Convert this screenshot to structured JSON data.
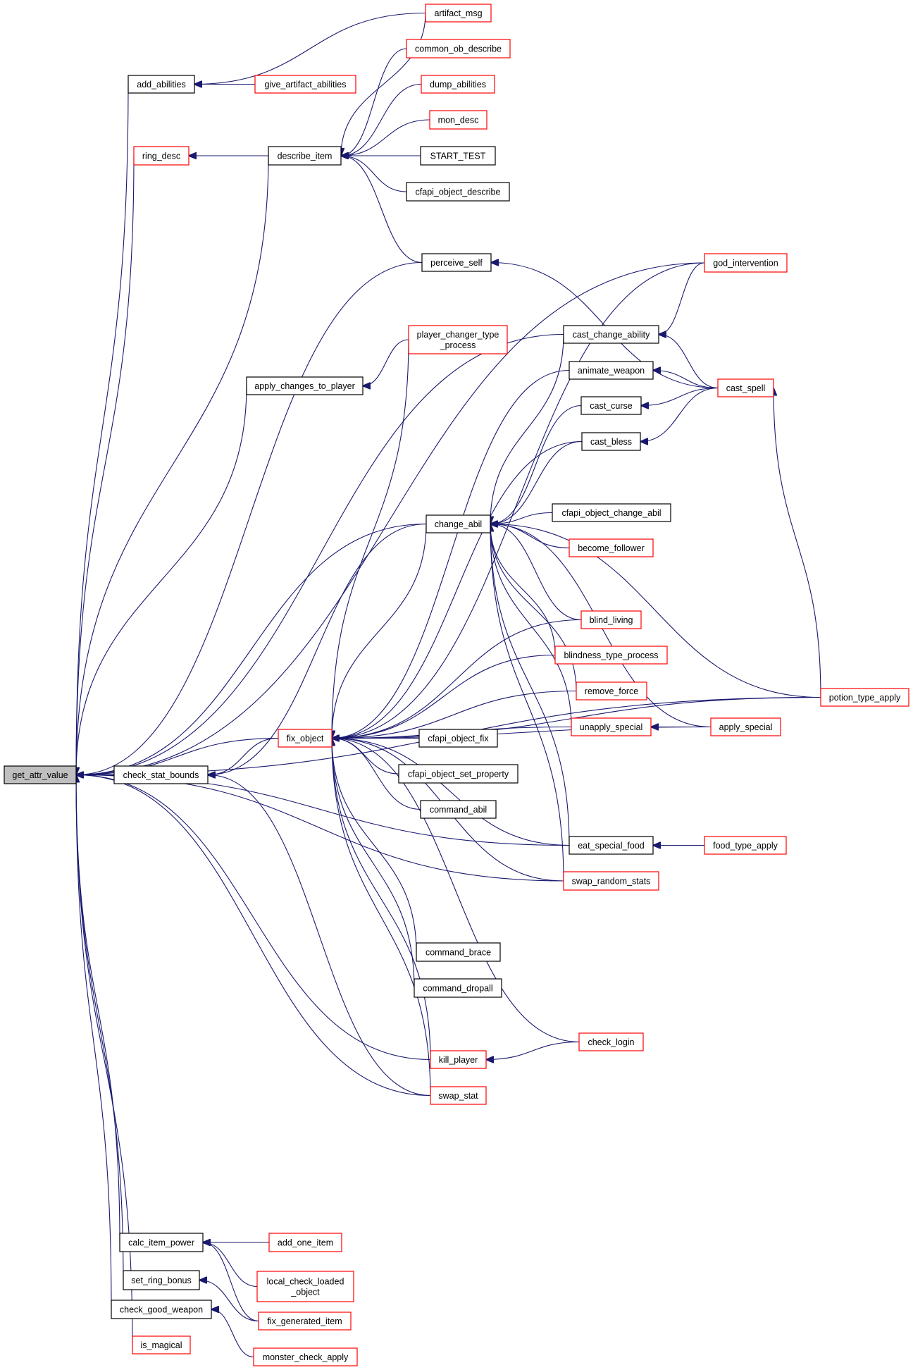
{
  "graph": {
    "title": "Caller graph of get_attr_value",
    "root": "get_attr_value",
    "colors": {
      "edge": "#191970",
      "documented_border": "#000000",
      "undocumented_border": "#ff0000",
      "root_fill": "#bfbfbf"
    },
    "nodes": [
      {
        "id": "get_attr_value",
        "label": "get_attr_value",
        "style": "root"
      },
      {
        "id": "add_abilities",
        "label": "add_abilities",
        "style": "black"
      },
      {
        "id": "ring_desc",
        "label": "ring_desc",
        "style": "red"
      },
      {
        "id": "describe_item",
        "label": "describe_item",
        "style": "black"
      },
      {
        "id": "give_artifact_abilities",
        "label": "give_artifact_abilities",
        "style": "red"
      },
      {
        "id": "artifact_msg",
        "label": "artifact_msg",
        "style": "red"
      },
      {
        "id": "common_ob_describe",
        "label": "common_ob_describe",
        "style": "red"
      },
      {
        "id": "dump_abilities",
        "label": "dump_abilities",
        "style": "red"
      },
      {
        "id": "mon_desc",
        "label": "mon_desc",
        "style": "red"
      },
      {
        "id": "START_TEST",
        "label": "START_TEST",
        "style": "black"
      },
      {
        "id": "cfapi_object_describe",
        "label": "cfapi_object_describe",
        "style": "black"
      },
      {
        "id": "perceive_self",
        "label": "perceive_self",
        "style": "black"
      },
      {
        "id": "god_intervention",
        "label": "god_intervention",
        "style": "red"
      },
      {
        "id": "player_changer_type_process",
        "label": "player_changer_type\n_process",
        "style": "red"
      },
      {
        "id": "apply_changes_to_player",
        "label": "apply_changes_to_player",
        "style": "black"
      },
      {
        "id": "cast_change_ability",
        "label": "cast_change_ability",
        "style": "black"
      },
      {
        "id": "animate_weapon",
        "label": "animate_weapon",
        "style": "black"
      },
      {
        "id": "cast_spell",
        "label": "cast_spell",
        "style": "red"
      },
      {
        "id": "cast_curse",
        "label": "cast_curse",
        "style": "black"
      },
      {
        "id": "cast_bless",
        "label": "cast_bless",
        "style": "black"
      },
      {
        "id": "change_abil",
        "label": "change_abil",
        "style": "black"
      },
      {
        "id": "cfapi_object_change_abil",
        "label": "cfapi_object_change_abil",
        "style": "black"
      },
      {
        "id": "become_follower",
        "label": "become_follower",
        "style": "red"
      },
      {
        "id": "blind_living",
        "label": "blind_living",
        "style": "red"
      },
      {
        "id": "blindness_type_process",
        "label": "blindness_type_process",
        "style": "red"
      },
      {
        "id": "remove_force",
        "label": "remove_force",
        "style": "red"
      },
      {
        "id": "unapply_special",
        "label": "unapply_special",
        "style": "red"
      },
      {
        "id": "apply_special",
        "label": "apply_special",
        "style": "red"
      },
      {
        "id": "potion_type_apply",
        "label": "potion_type_apply",
        "style": "red"
      },
      {
        "id": "fix_object",
        "label": "fix_object",
        "style": "red"
      },
      {
        "id": "check_stat_bounds",
        "label": "check_stat_bounds",
        "style": "black"
      },
      {
        "id": "cfapi_object_fix",
        "label": "cfapi_object_fix",
        "style": "black"
      },
      {
        "id": "cfapi_object_set_property",
        "label": "cfapi_object_set_property",
        "style": "black"
      },
      {
        "id": "command_abil",
        "label": "command_abil",
        "style": "black"
      },
      {
        "id": "eat_special_food",
        "label": "eat_special_food",
        "style": "black"
      },
      {
        "id": "food_type_apply",
        "label": "food_type_apply",
        "style": "red"
      },
      {
        "id": "swap_random_stats",
        "label": "swap_random_stats",
        "style": "red"
      },
      {
        "id": "command_brace",
        "label": "command_brace",
        "style": "black"
      },
      {
        "id": "command_dropall",
        "label": "command_dropall",
        "style": "black"
      },
      {
        "id": "check_login",
        "label": "check_login",
        "style": "red"
      },
      {
        "id": "kill_player",
        "label": "kill_player",
        "style": "red"
      },
      {
        "id": "swap_stat",
        "label": "swap_stat",
        "style": "red"
      },
      {
        "id": "calc_item_power",
        "label": "calc_item_power",
        "style": "black"
      },
      {
        "id": "add_one_item",
        "label": "add_one_item",
        "style": "red"
      },
      {
        "id": "local_check_loaded_object",
        "label": "local_check_loaded\n_object",
        "style": "red"
      },
      {
        "id": "set_ring_bonus",
        "label": "set_ring_bonus",
        "style": "black"
      },
      {
        "id": "fix_generated_item",
        "label": "fix_generated_item",
        "style": "red"
      },
      {
        "id": "check_good_weapon",
        "label": "check_good_weapon",
        "style": "black"
      },
      {
        "id": "monster_check_apply",
        "label": "monster_check_apply",
        "style": "red"
      },
      {
        "id": "is_magical",
        "label": "is_magical",
        "style": "red"
      }
    ],
    "edges": [
      [
        "add_abilities",
        "get_attr_value"
      ],
      [
        "ring_desc",
        "get_attr_value"
      ],
      [
        "describe_item",
        "get_attr_value"
      ],
      [
        "god_intervention",
        "get_attr_value"
      ],
      [
        "perceive_self",
        "get_attr_value"
      ],
      [
        "cast_change_ability",
        "get_attr_value"
      ],
      [
        "apply_changes_to_player",
        "get_attr_value"
      ],
      [
        "change_abil",
        "get_attr_value"
      ],
      [
        "fix_object",
        "get_attr_value"
      ],
      [
        "check_stat_bounds",
        "get_attr_value"
      ],
      [
        "kill_player",
        "get_attr_value"
      ],
      [
        "swap_stat",
        "get_attr_value"
      ],
      [
        "eat_special_food",
        "get_attr_value"
      ],
      [
        "swap_random_stats",
        "get_attr_value"
      ],
      [
        "potion_type_apply",
        "get_attr_value"
      ],
      [
        "calc_item_power",
        "get_attr_value"
      ],
      [
        "set_ring_bonus",
        "get_attr_value"
      ],
      [
        "check_good_weapon",
        "get_attr_value"
      ],
      [
        "is_magical",
        "get_attr_value"
      ],
      [
        "artifact_msg",
        "add_abilities"
      ],
      [
        "give_artifact_abilities",
        "add_abilities"
      ],
      [
        "describe_item",
        "ring_desc"
      ],
      [
        "artifact_msg",
        "describe_item"
      ],
      [
        "common_ob_describe",
        "describe_item"
      ],
      [
        "dump_abilities",
        "describe_item"
      ],
      [
        "mon_desc",
        "describe_item"
      ],
      [
        "START_TEST",
        "describe_item"
      ],
      [
        "cfapi_object_describe",
        "describe_item"
      ],
      [
        "perceive_self",
        "describe_item"
      ],
      [
        "cast_spell",
        "perceive_self"
      ],
      [
        "player_changer_type_process",
        "apply_changes_to_player"
      ],
      [
        "god_intervention",
        "cast_change_ability"
      ],
      [
        "cast_spell",
        "cast_change_ability"
      ],
      [
        "cast_spell",
        "animate_weapon"
      ],
      [
        "cast_spell",
        "cast_curse"
      ],
      [
        "cast_spell",
        "cast_bless"
      ],
      [
        "potion_type_apply",
        "cast_spell"
      ],
      [
        "cast_change_ability",
        "change_abil"
      ],
      [
        "cast_curse",
        "change_abil"
      ],
      [
        "cast_bless",
        "change_abil"
      ],
      [
        "potion_type_apply",
        "change_abil"
      ],
      [
        "cfapi_object_change_abil",
        "change_abil"
      ],
      [
        "become_follower",
        "change_abil"
      ],
      [
        "blind_living",
        "change_abil"
      ],
      [
        "blindness_type_process",
        "change_abil"
      ],
      [
        "remove_force",
        "change_abil"
      ],
      [
        "unapply_special",
        "change_abil"
      ],
      [
        "apply_special",
        "change_abil"
      ],
      [
        "eat_special_food",
        "change_abil"
      ],
      [
        "swap_random_stats",
        "change_abil"
      ],
      [
        "apply_special",
        "unapply_special"
      ],
      [
        "food_type_apply",
        "eat_special_food"
      ],
      [
        "change_abil",
        "check_stat_bounds"
      ],
      [
        "fix_object",
        "check_stat_bounds"
      ],
      [
        "swap_stat",
        "check_stat_bounds"
      ],
      [
        "god_intervention",
        "fix_object"
      ],
      [
        "player_changer_type_process",
        "fix_object"
      ],
      [
        "animate_weapon",
        "fix_object"
      ],
      [
        "cast_bless",
        "fix_object"
      ],
      [
        "change_abil",
        "fix_object"
      ],
      [
        "blind_living",
        "fix_object"
      ],
      [
        "blindness_type_process",
        "fix_object"
      ],
      [
        "remove_force",
        "fix_object"
      ],
      [
        "unapply_special",
        "fix_object"
      ],
      [
        "apply_special",
        "fix_object"
      ],
      [
        "cfapi_object_fix",
        "fix_object"
      ],
      [
        "cfapi_object_set_property",
        "fix_object"
      ],
      [
        "command_abil",
        "fix_object"
      ],
      [
        "eat_special_food",
        "fix_object"
      ],
      [
        "swap_random_stats",
        "fix_object"
      ],
      [
        "potion_type_apply",
        "fix_object"
      ],
      [
        "command_brace",
        "fix_object"
      ],
      [
        "command_dropall",
        "fix_object"
      ],
      [
        "check_login",
        "fix_object"
      ],
      [
        "kill_player",
        "fix_object"
      ],
      [
        "swap_stat",
        "fix_object"
      ],
      [
        "check_login",
        "kill_player"
      ],
      [
        "add_one_item",
        "calc_item_power"
      ],
      [
        "local_check_loaded_object",
        "calc_item_power"
      ],
      [
        "fix_generated_item",
        "calc_item_power"
      ],
      [
        "fix_generated_item",
        "set_ring_bonus"
      ],
      [
        "monster_check_apply",
        "check_good_weapon"
      ]
    ]
  }
}
